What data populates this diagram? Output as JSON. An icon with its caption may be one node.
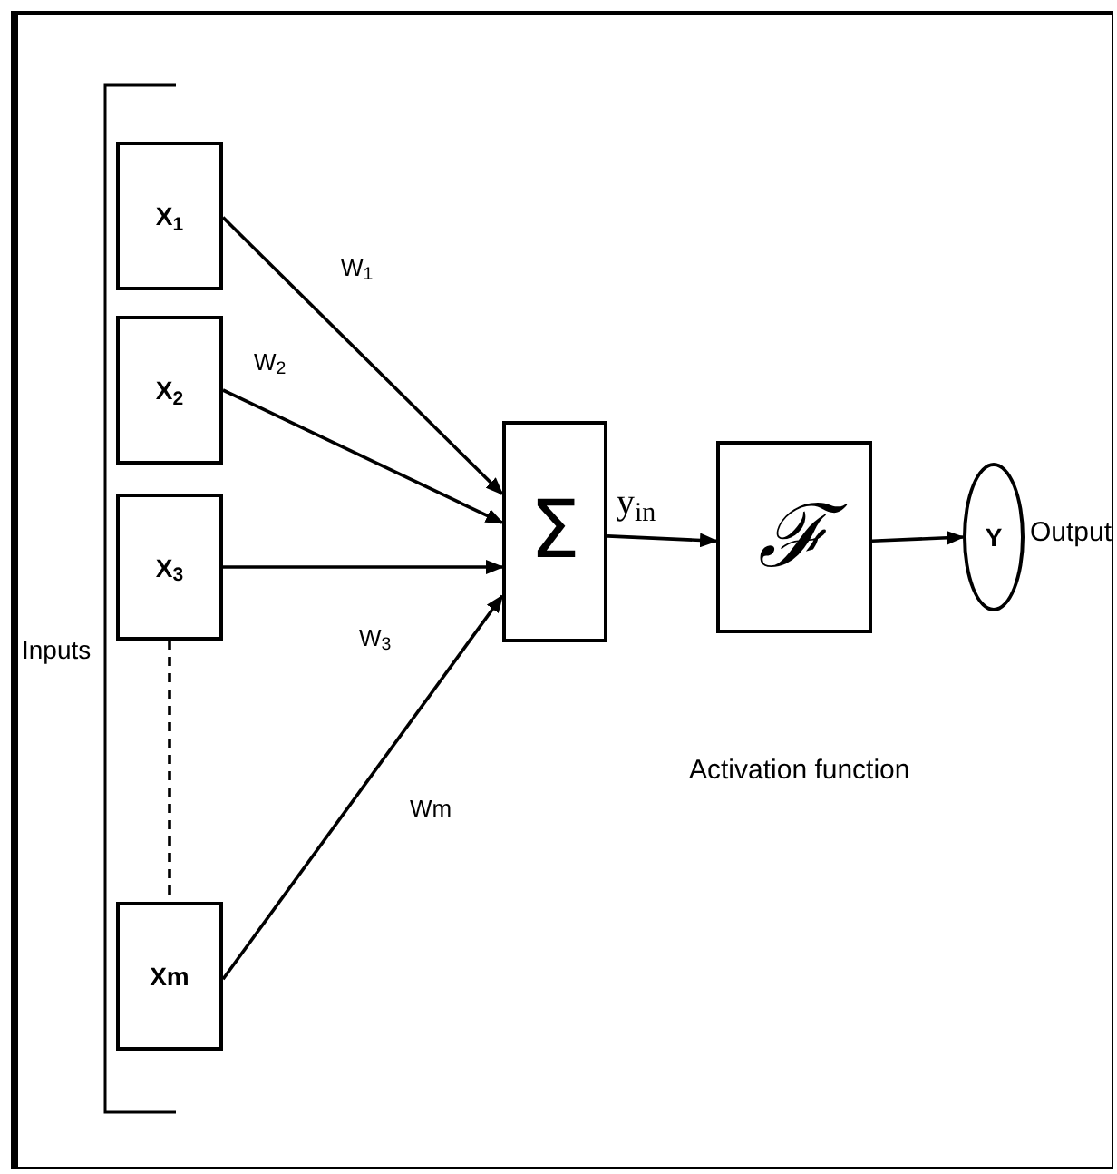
{
  "diagram": {
    "nodes": [
      {
        "text": [
          "X$_{1}$"
        ]
      },
      {
        "text": [
          "X$_{2}$"
        ]
      },
      {
        "text": [
          "X$_{3}$"
        ]
      },
      {
        "text": [
          "Xm"
        ]
      },
      {
        "text": [
          "Σ"
        ]
      },
      {
        "text": [
          "ℱ"
        ]
      },
      {
        "text": [
          "Y"
        ],
        "beside": [
          "Output"
        ]
      }
    ],
    "edges": [
      {
        "from": 0,
        "to": 4,
        "arrow": "to",
        "label": "W$_{1}$"
      },
      {
        "from": 1,
        "to": 4,
        "arrow": "to",
        "label": "W$_{2}$"
      },
      {
        "from": 2,
        "to": 4,
        "arrow": "to",
        "label": "W$_{3}$"
      },
      {
        "from": 3,
        "to": 4,
        "arrow": "to",
        "label": "Wm"
      },
      {
        "from": 2,
        "to": 3,
        "arrow": "none",
        "style": "dashed"
      },
      {
        "from": 4,
        "to": 5,
        "arrow": "to",
        "label": "y$_{in}$"
      },
      {
        "from": 5,
        "to": 6,
        "arrow": "to"
      }
    ],
    "labels": [
      "Inputs",
      "Activation function"
    ]
  }
}
